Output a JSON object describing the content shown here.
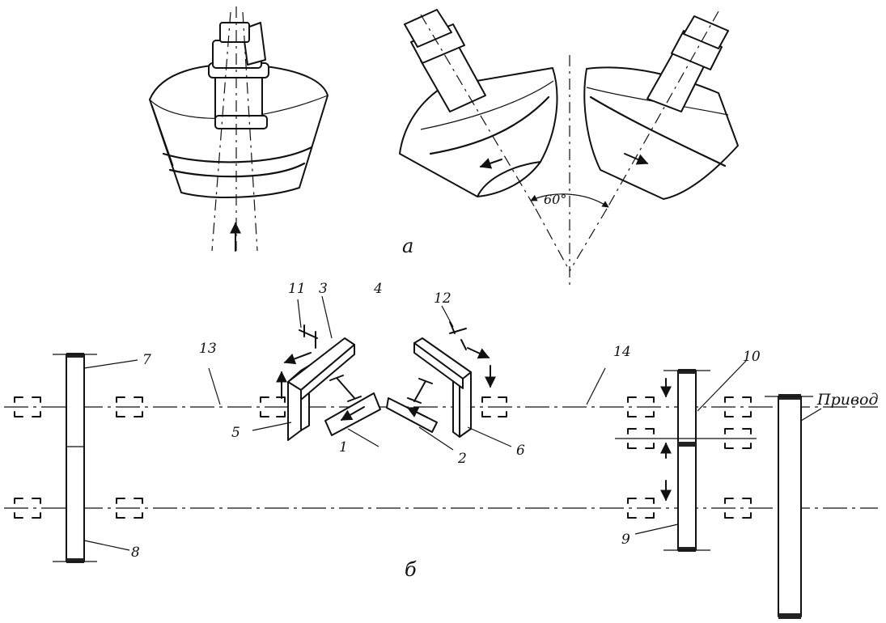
{
  "labels": {
    "caption_a": "а",
    "caption_b": "б",
    "angle": "60°",
    "drive": "Привод",
    "n1": "1",
    "n2": "2",
    "n3": "3",
    "n4": "4",
    "n5": "5",
    "n6": "6",
    "n7": "7",
    "n8": "8",
    "n9": "9",
    "n10": "10",
    "n11": "11",
    "n12": "12",
    "n13": "13",
    "n14": "14"
  }
}
